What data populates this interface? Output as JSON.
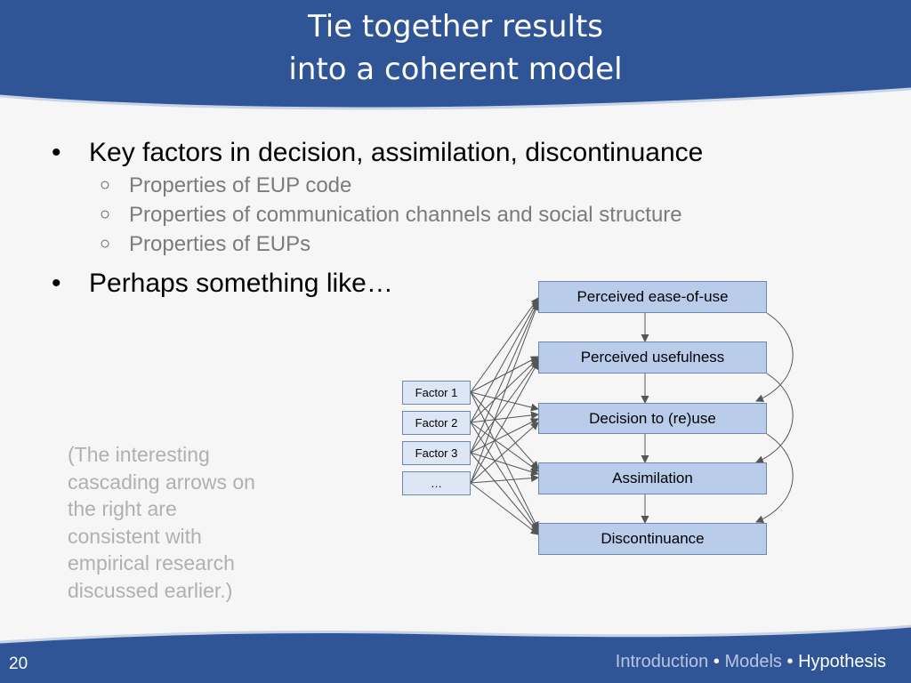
{
  "slide": {
    "title_lines": [
      "Tie together results",
      "into a coherent model"
    ],
    "bullets": [
      {
        "text": "Key factors in decision, assimilation, discontinuance",
        "sub": [
          "Properties of EUP code",
          "Properties of communication channels and social structure",
          "Properties of EUPs"
        ]
      },
      {
        "text": "Perhaps something like…",
        "sub": []
      }
    ],
    "note": "(The interesting cascading arrows on the right are consistent with empirical research discussed earlier.)",
    "page_number": "20",
    "breadcrumbs": [
      "Introduction",
      "Models",
      "Hypothesis"
    ],
    "breadcrumb_separator": "•"
  },
  "diagram": {
    "factors": [
      "Factor 1",
      "Factor 2",
      "Factor 3",
      "…"
    ],
    "stages": [
      "Perceived ease-of-use",
      "Perceived usefulness",
      "Decision to (re)use",
      "Assimilation",
      "Discontinuance"
    ]
  },
  "colors": {
    "header_blue": "#2f5597",
    "box_fill": "#b9cdea",
    "factor_fill": "#dce6f5",
    "box_border": "#6e88b0",
    "arrow": "#555555",
    "note_text": "#b0b0b0",
    "inactive_crumb": "#b9c5e0"
  }
}
